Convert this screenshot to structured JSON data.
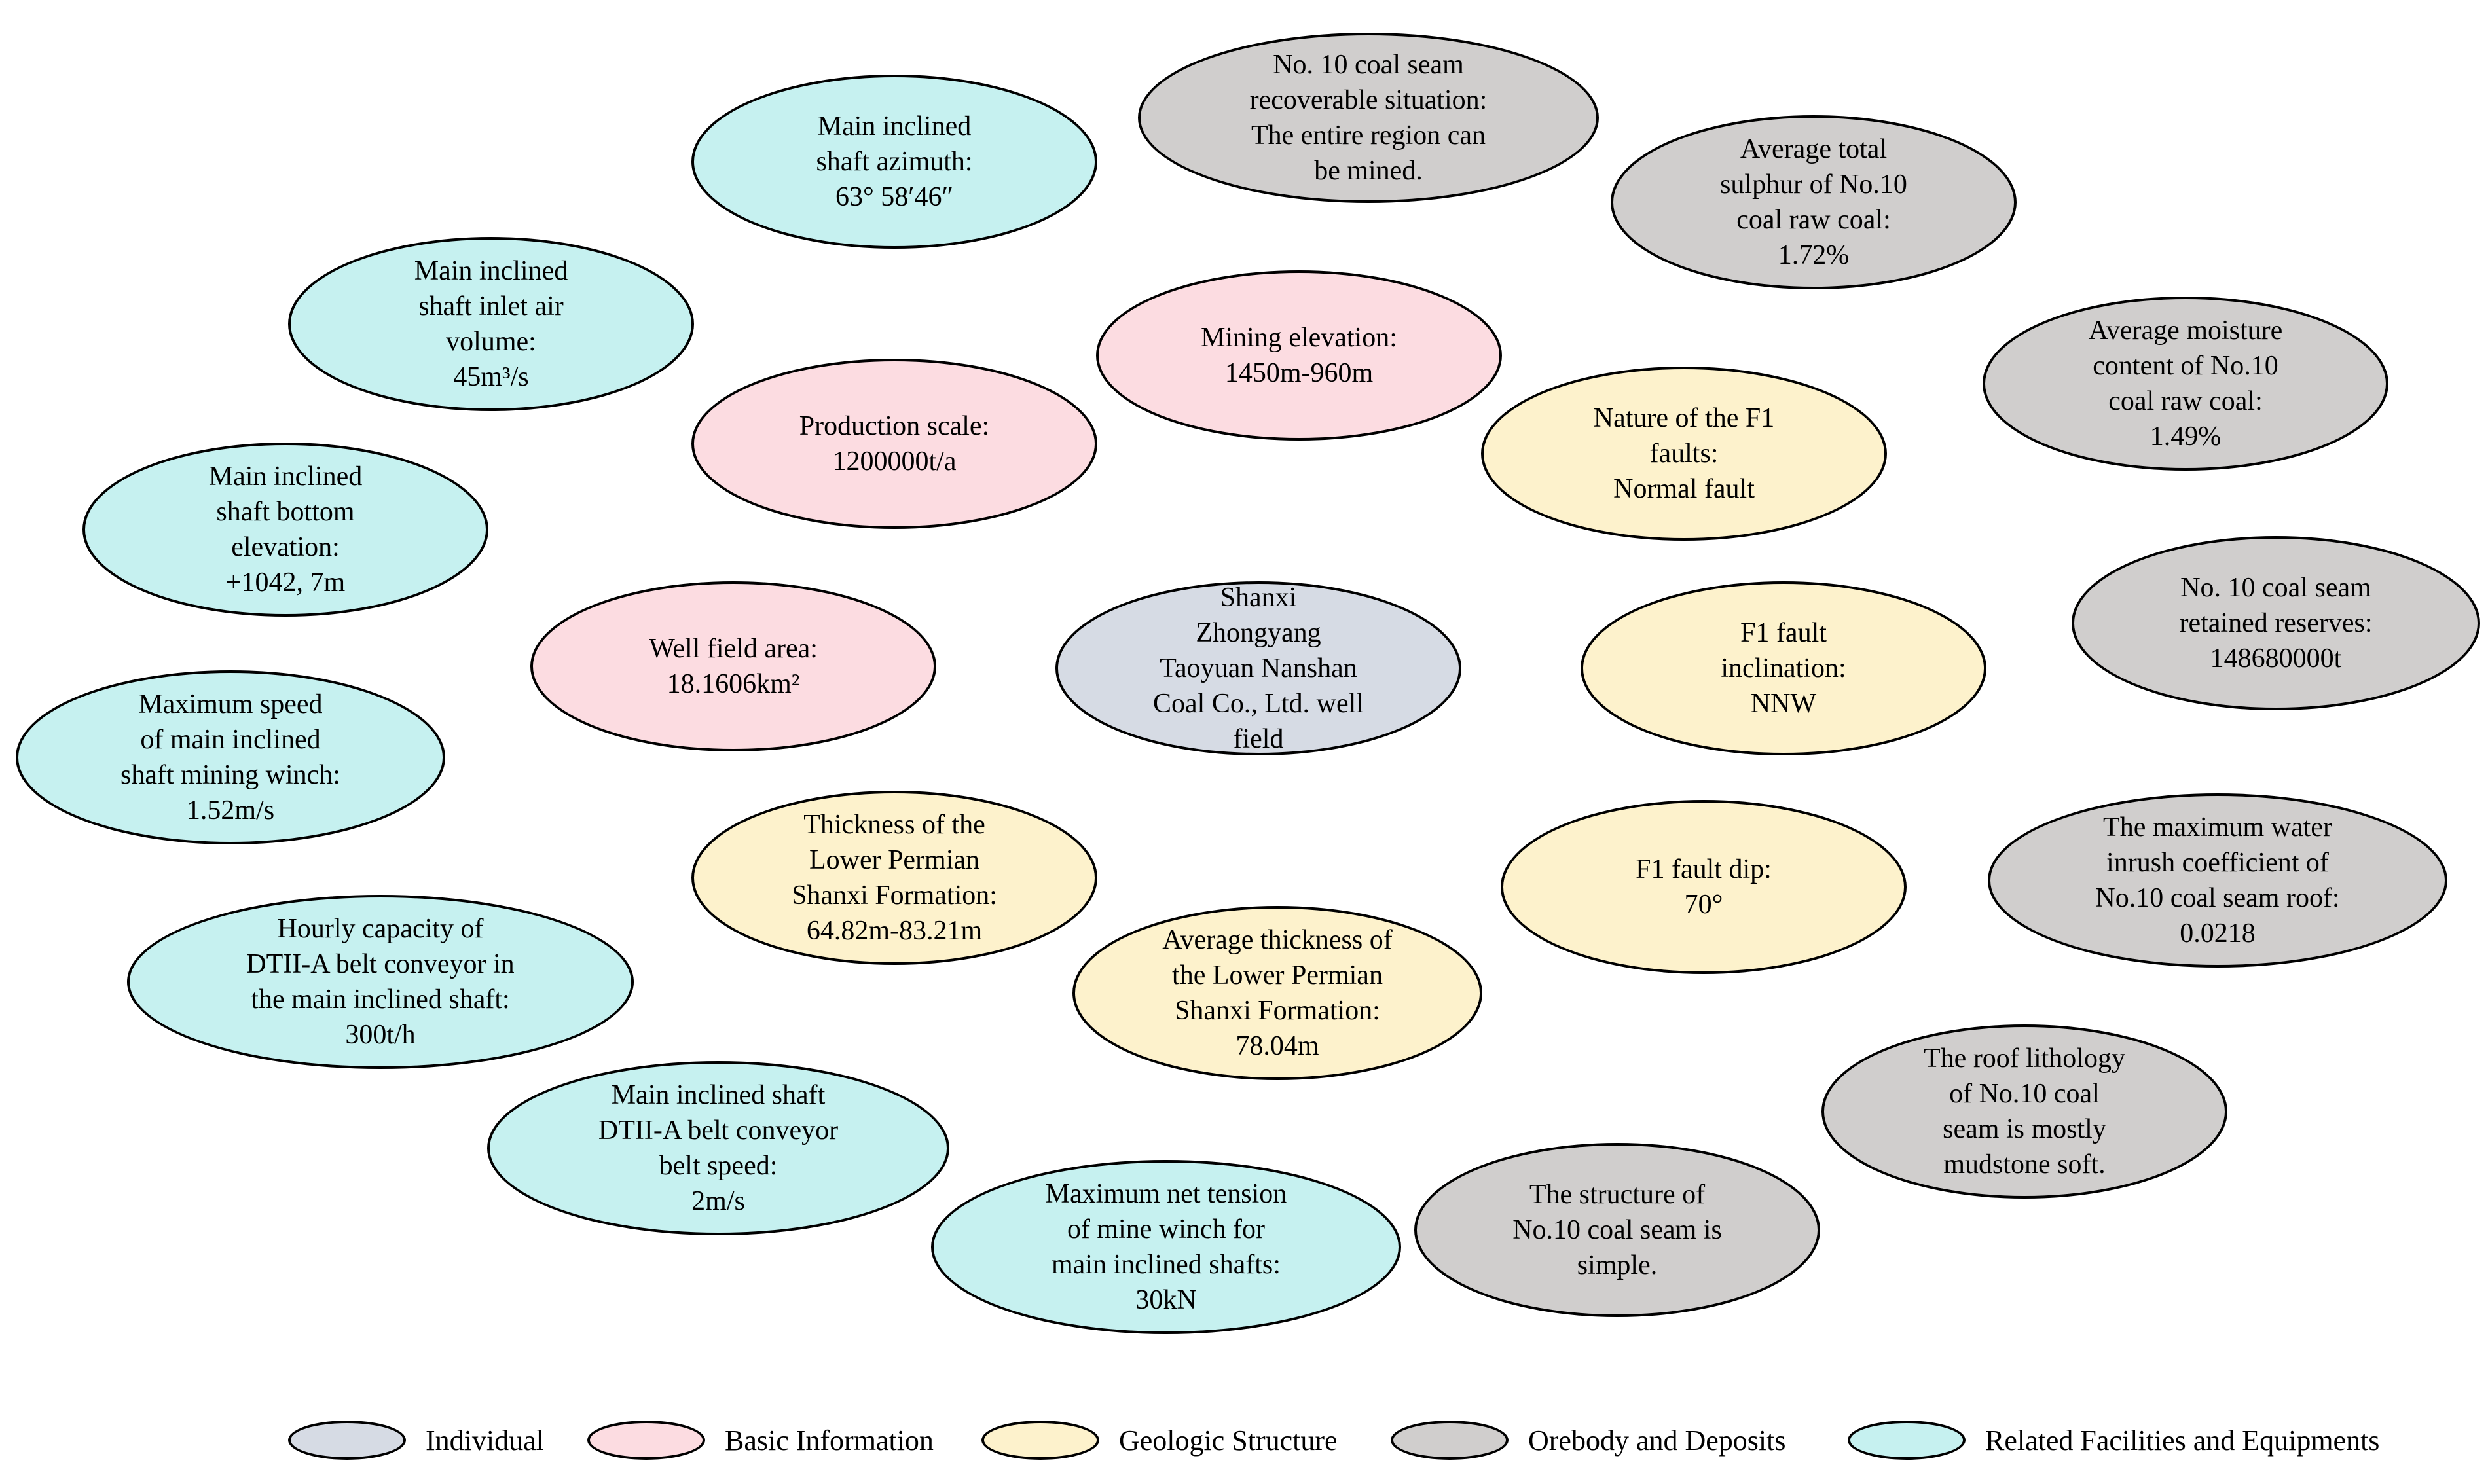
{
  "colors": {
    "individual": "#d6dbe4",
    "basic": "#fcdce1",
    "geologic": "#fdf2cc",
    "orebody": "#d0cecd",
    "facilities": "#c6f1f0"
  },
  "legend": [
    {
      "key": "individual",
      "label": "Individual"
    },
    {
      "key": "basic",
      "label": "Basic Information"
    },
    {
      "key": "geologic",
      "label": "Geologic Structure"
    },
    {
      "key": "orebody",
      "label": "Orebody and Deposits"
    },
    {
      "key": "facilities",
      "label": "Related Facilities and Equipments"
    }
  ],
  "nodes": [
    {
      "id": "well-field",
      "category": "individual",
      "text": "Shanxi\nZhongyang\nTaoyuan Nanshan\nCoal Co., Ltd. well\nfield"
    },
    {
      "id": "mining-elevation",
      "category": "basic",
      "text": "Mining elevation:\n1450m-960m"
    },
    {
      "id": "production-scale",
      "category": "basic",
      "text": "Production scale:\n1200000t/a"
    },
    {
      "id": "well-field-area",
      "category": "basic",
      "text": "Well field area:\n18.1606km²"
    },
    {
      "id": "f1-nature",
      "category": "geologic",
      "text": "Nature of the F1\nfaults:\nNormal fault"
    },
    {
      "id": "f1-inclination",
      "category": "geologic",
      "text": "F1 fault\ninclination:\nNNW"
    },
    {
      "id": "f1-dip",
      "category": "geologic",
      "text": "F1 fault dip:\n70°"
    },
    {
      "id": "shanxi-thickness",
      "category": "geologic",
      "text": "Thickness of the\nLower Permian\nShanxi Formation:\n64.82m-83.21m"
    },
    {
      "id": "shanxi-avg-thickness",
      "category": "geologic",
      "text": "Average thickness of\nthe Lower Permian\nShanxi Formation:\n78.04m"
    },
    {
      "id": "recoverable",
      "category": "orebody",
      "text": "No. 10 coal seam\nrecoverable situation:\nThe entire region can\nbe mined."
    },
    {
      "id": "sulphur",
      "category": "orebody",
      "text": "Average total\nsulphur of No.10\ncoal raw coal:\n1.72%"
    },
    {
      "id": "moisture",
      "category": "orebody",
      "text": "Average moisture\ncontent of No.10\ncoal raw coal:\n1.49%"
    },
    {
      "id": "reserves",
      "category": "orebody",
      "text": "No. 10 coal seam\nretained reserves:\n148680000t"
    },
    {
      "id": "water-inrush",
      "category": "orebody",
      "text": "The maximum water\ninrush coefficient of\nNo.10 coal seam roof:\n0.0218"
    },
    {
      "id": "roof-lithology",
      "category": "orebody",
      "text": "The roof lithology\nof No.10 coal\nseam is mostly\nmudstone soft."
    },
    {
      "id": "seam-structure",
      "category": "orebody",
      "text": "The structure of\nNo.10 coal seam is\nsimple."
    },
    {
      "id": "shaft-azimuth",
      "category": "facilities",
      "text": "Main inclined\nshaft azimuth:\n63° 58′46″"
    },
    {
      "id": "inlet-air",
      "category": "facilities",
      "text": "Main inclined\nshaft inlet air\nvolume:\n45m³/s"
    },
    {
      "id": "bottom-elevation",
      "category": "facilities",
      "text": "Main inclined\nshaft bottom\nelevation:\n+1042, 7m"
    },
    {
      "id": "winch-speed",
      "category": "facilities",
      "text": "Maximum speed\nof main inclined\nshaft mining winch:\n1.52m/s"
    },
    {
      "id": "belt-capacity",
      "category": "facilities",
      "text": "Hourly capacity of\nDTII-A belt conveyor in\nthe main inclined shaft:\n300t/h"
    },
    {
      "id": "belt-speed",
      "category": "facilities",
      "text": "Main inclined shaft\nDTII-A belt conveyor\nbelt speed:\n2m/s"
    },
    {
      "id": "winch-tension",
      "category": "facilities",
      "text": "Maximum net tension\nof mine winch for\nmain inclined shafts:\n30kN"
    }
  ]
}
